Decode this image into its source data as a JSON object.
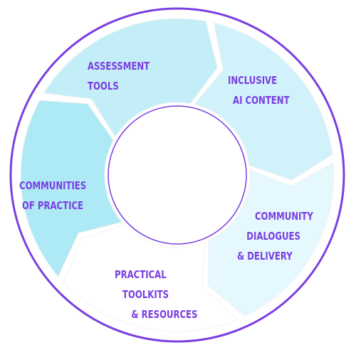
{
  "diagram": {
    "type": "cycle",
    "colors": {
      "ring_outline": "#7a3fe0",
      "label_text": "#7a3fe0",
      "inner_outline": "#7a3fe0",
      "separator": "#ffffff"
    },
    "segments": [
      {
        "id": "assessment-tools",
        "lines": [
          "ASSESSMENT",
          "TOOLS"
        ],
        "fill": "#c4eef7"
      },
      {
        "id": "inclusive-ai-content",
        "lines": [
          "INCLUSIVE",
          "AI CONTENT"
        ],
        "fill": "#d2f2fb"
      },
      {
        "id": "community-dialogues-delivery",
        "lines": [
          "COMMUNITY",
          "DIALOGUES",
          "& DELIVERY"
        ],
        "fill": "#e4f8fd"
      },
      {
        "id": "practical-toolkits-resources",
        "lines": [
          "PRACTICAL",
          "TOOLKITS",
          "& RESOURCES"
        ],
        "fill": "#ffffff"
      },
      {
        "id": "communities-of-practice",
        "lines": [
          "COMMUNITIES",
          "OF PRACTICE"
        ],
        "fill": "#aee9f6"
      }
    ]
  }
}
